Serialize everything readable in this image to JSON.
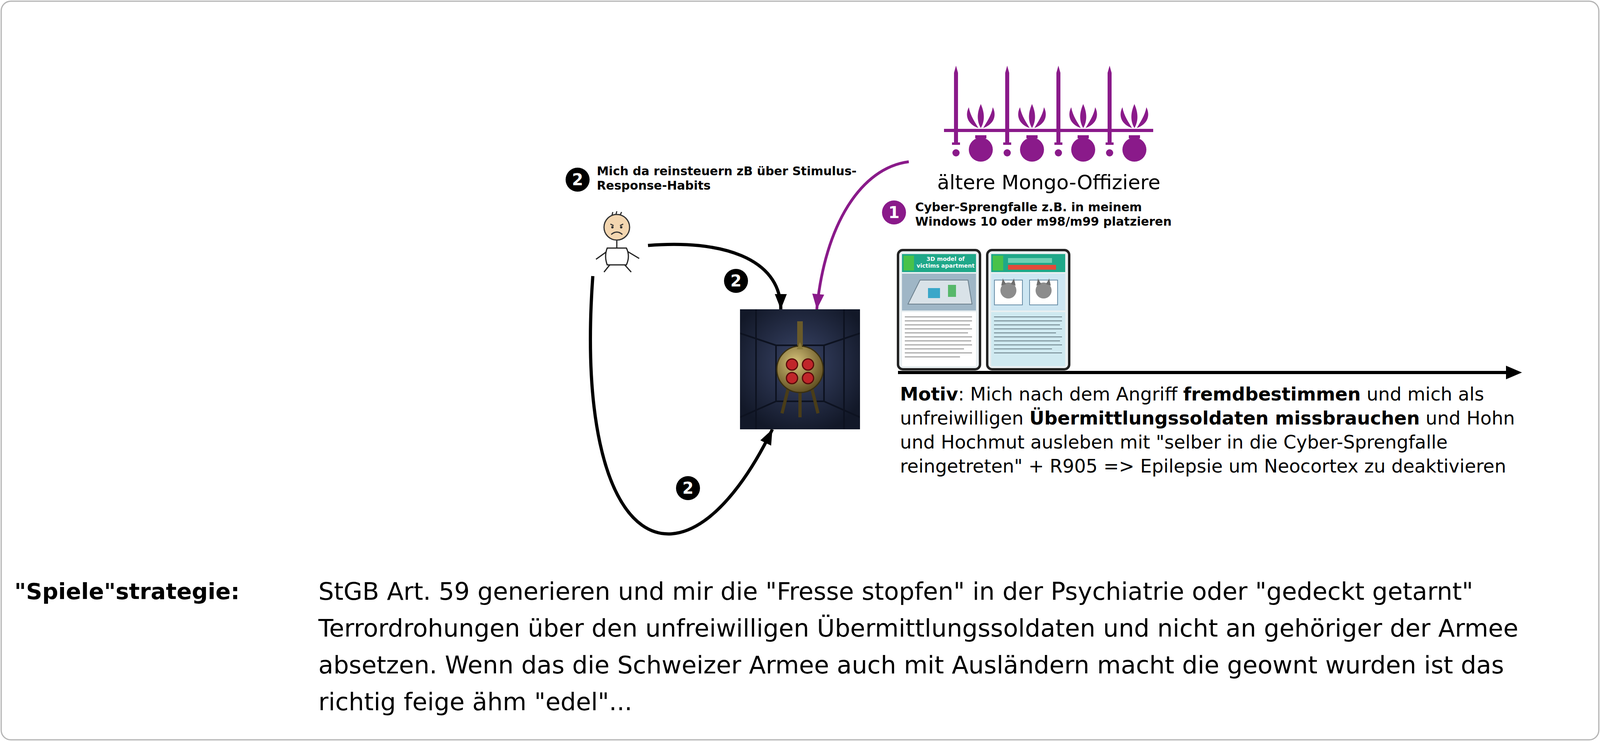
{
  "diagram": {
    "nodes": [
      {
        "text": [
          "Mich da reinsteuern zB über Stimulus-Response-Habits"
        ]
      },
      {
        "text": [
          "ältere Mongo-Offiziere"
        ]
      },
      {
        "text": []
      }
    ],
    "edges": [
      {
        "from": 0,
        "to": 2,
        "arrow": "to",
        "label": "2"
      },
      {
        "from": 0,
        "to": 2,
        "arrow": "to",
        "label": "2"
      },
      {
        "from": 1,
        "to": 2,
        "arrow": "to"
      }
    ],
    "labels": [
      "2",
      "1",
      "Cyber-Sprengfalle z.B. in meinem Windows 10 oder m98/m99 platzieren",
      "3D model of victims apartment",
      "Motiv",
      ": Mich nach dem Angriff",
      "fremdbestimmen",
      "und mich als unfreiwilligen",
      "Übermittlungssoldaten missbrauchen",
      "und Hohn und Hochmut ausleben mit \"selber in die Cyber-Sprengfalle reingetreten\" + R905 => Epilepsie um Neocortex zu deaktivieren",
      "\"Spiele\"strategie:",
      "StGB Art. 59 generieren und mir die \"Fresse stopfen\" in der Psychiatrie oder \"gedeckt getarnt\" Terrordrohungen über den unfreiwilligen Übermittlungssoldaten und nicht an gehöriger der Armee absetzen. Wenn das die Schweizer Armee auch mit Ausländern macht die geownt wurden ist das richtig feige ähm \"edel\"..."
    ]
  }
}
